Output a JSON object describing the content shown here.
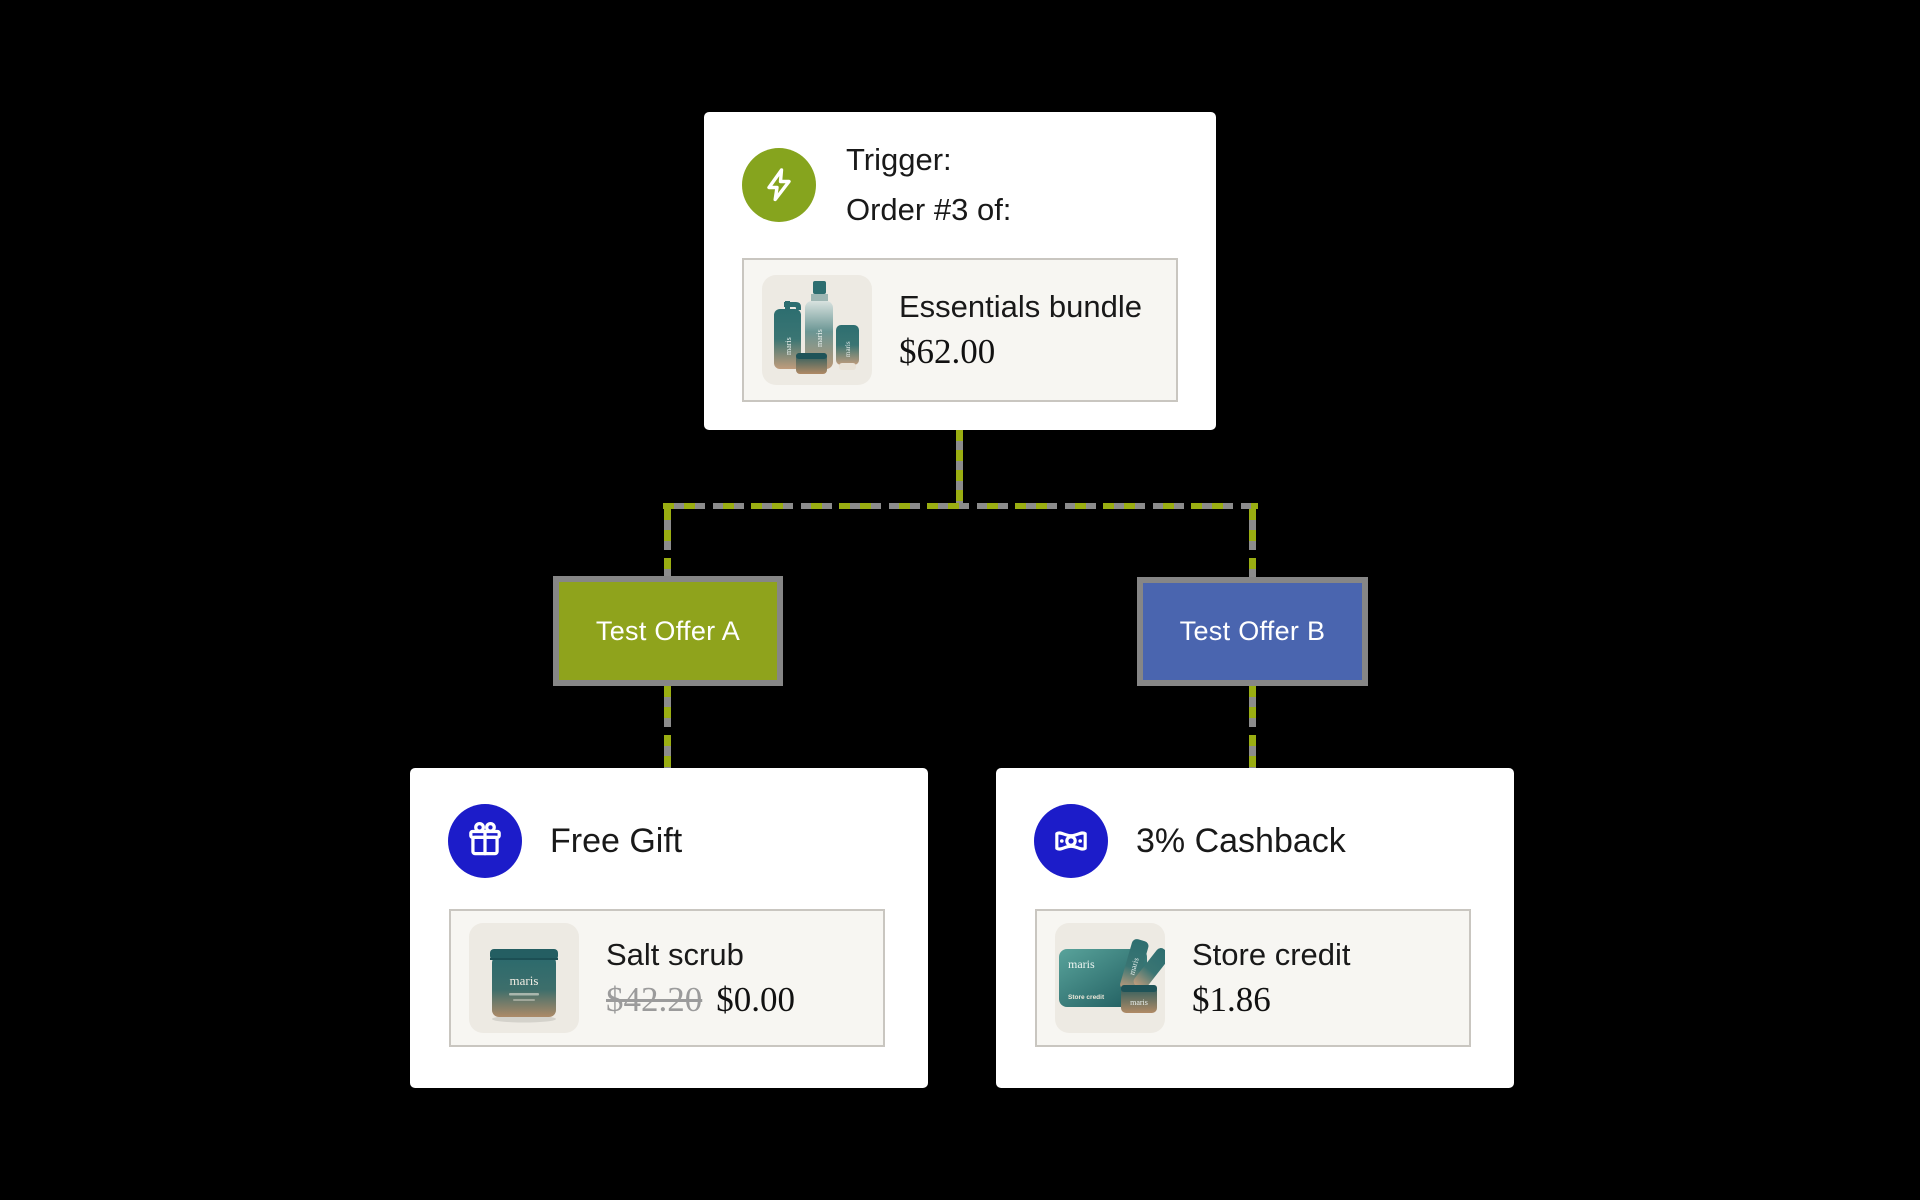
{
  "diagram": {
    "trigger": {
      "icon": "lightning-icon",
      "line1": "Trigger:",
      "line2": "Order #3 of:",
      "product": {
        "name": "Essentials bundle",
        "price": "$62.00"
      }
    },
    "branch_a": {
      "label": "Test Offer A"
    },
    "branch_b": {
      "label": "Test Offer B"
    },
    "outcome_a": {
      "icon": "gift-icon",
      "title": "Free Gift",
      "product": {
        "name": "Salt scrub",
        "original_price": "$42.20",
        "price": "$0.00"
      }
    },
    "outcome_b": {
      "icon": "cash-icon",
      "title": "3% Cashback",
      "product": {
        "name": "Store credit",
        "price": "$1.86"
      }
    },
    "brand": "maris",
    "store_credit_card_label": "Store credit",
    "colors": {
      "background": "#000000",
      "olive_node": "#8fa31c",
      "olive_icon_circle": "#86a41e",
      "blue_node": "#4a65af",
      "indigo_icon_circle": "#1c1cc9",
      "dash_olive": "#9aae12",
      "dash_gray": "#8c8c8c",
      "node_border_gray": "#868686"
    }
  }
}
